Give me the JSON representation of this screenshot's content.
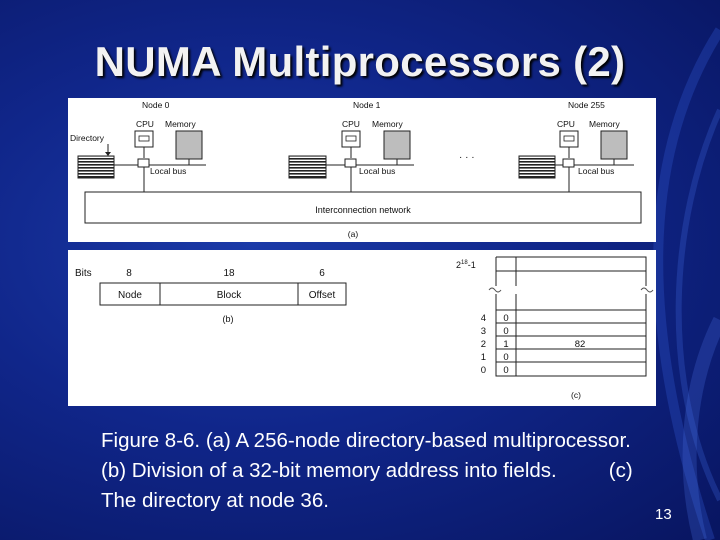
{
  "slide": {
    "title": "NUMA Multiprocessors (2)",
    "caption_part1": "Figure 8-6. (a) A 256-node directory-based multiprocessor. (b) Division of a 32-bit memory address into fields.",
    "caption_part2": "(c) The directory at node 36.",
    "page_number": "13"
  },
  "figure_a": {
    "nodes": [
      {
        "label": "Node 0",
        "cpu": "CPU",
        "memory": "Memory",
        "bus": "Local bus"
      },
      {
        "label": "Node 1",
        "cpu": "CPU",
        "memory": "Memory",
        "bus": "Local bus"
      },
      {
        "label": "Node 255",
        "cpu": "CPU",
        "memory": "Memory",
        "bus": "Local bus"
      }
    ],
    "directory_label": "Directory",
    "ellipsis": "· · ·",
    "network_label": "Interconnection network",
    "caption": "(a)"
  },
  "figure_b": {
    "bits_label": "Bits",
    "fields": [
      {
        "bits": "8",
        "name": "Node"
      },
      {
        "bits": "18",
        "name": "Block"
      },
      {
        "bits": "6",
        "name": "Offset"
      }
    ],
    "caption": "(b)"
  },
  "figure_c": {
    "top_base": "2",
    "top_exp": "18",
    "top_suffix": "-1",
    "rows": [
      {
        "index": "4",
        "bit": "0",
        "value": ""
      },
      {
        "index": "3",
        "bit": "0",
        "value": ""
      },
      {
        "index": "2",
        "bit": "1",
        "value": "82"
      },
      {
        "index": "1",
        "bit": "0",
        "value": ""
      },
      {
        "index": "0",
        "bit": "0",
        "value": ""
      }
    ],
    "caption": "(c)"
  }
}
